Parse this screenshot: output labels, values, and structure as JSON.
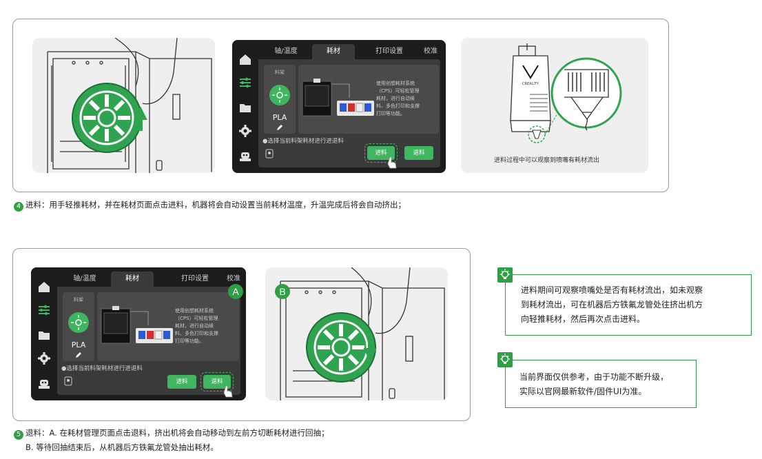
{
  "screen": {
    "tabs": [
      "轴/温度",
      "耗材",
      "打印设置",
      "校准"
    ],
    "rack_label": "料架",
    "material": "PLA",
    "cps_lines": [
      "使用创想耗材系统",
      "（CPS）可轻松管理",
      "耗材，进行自动续",
      "料、多色打印和支撑",
      "打印等功能。"
    ],
    "select_text": "●选择当前料架耗材进行进退料",
    "load_button": "进料",
    "unload_button": "退料"
  },
  "section4": {
    "nozzle_note": "进料过程中可以观察到喷嘴有耗材流出",
    "brand": "CREALITY",
    "step_number": "4",
    "caption": "进料：用手轻推耗材，并在耗材页面点击进料，机器将会自动设置当前耗材温度，升温完成后将会自动挤出；"
  },
  "section5": {
    "badge_a": "A",
    "badge_b": "B",
    "step_number": "5",
    "caption_line1": "退料：A. 在耗材管理页面点击退料，挤出机将会自动移动到左前方切断耗材进行回抽；",
    "caption_line2": "B. 等待回抽结束后，从机器后方铁氟龙管处抽出耗材。"
  },
  "tips": [
    {
      "lines": [
        "进料期间可观察喷嘴处是否有耗材流出，如未观察",
        "到耗材流出，可在机器后方铁氟龙管处往挤出机方",
        "向轻推耗材，然后再次点击进料。"
      ]
    },
    {
      "lines": [
        "当前界面仅供参考，由于功能不断升级，",
        "实际以官网最新软件/固件UI为准。"
      ]
    }
  ],
  "colors": {
    "accent": "#2f9e44",
    "screen_bg": "#1c1c1c",
    "button": "#3fb560"
  }
}
